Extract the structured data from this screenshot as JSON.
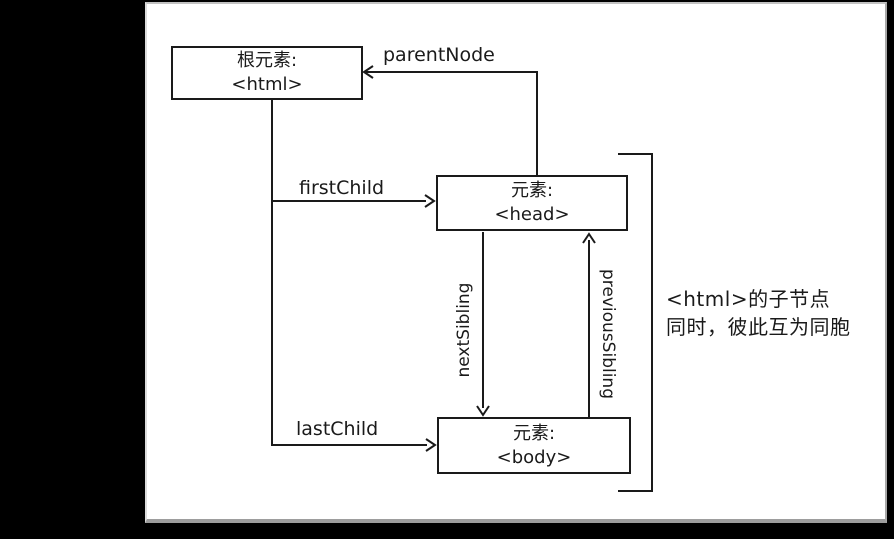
{
  "window": {
    "background": "#000000"
  },
  "panel": {
    "background": "#ffffff"
  },
  "nodes": {
    "root": {
      "title": "根元素:",
      "tag": "<html>"
    },
    "head": {
      "title": "元素:",
      "tag": "<head>"
    },
    "body": {
      "title": "元素:",
      "tag": "<body>"
    }
  },
  "edges": {
    "parent_node": {
      "label": "parentNode"
    },
    "first_child": {
      "label": "firstChild"
    },
    "last_child": {
      "label": "lastChild"
    },
    "next_sibling": {
      "label": "nextSibling"
    },
    "previous_sibling": {
      "label": "previousSibling"
    }
  },
  "annotation": {
    "line1": "<html>的子节点",
    "line2": "同时，彼此互为同胞"
  },
  "colors": {
    "line": "#1a1a1a",
    "text": "#1a1a1a"
  }
}
